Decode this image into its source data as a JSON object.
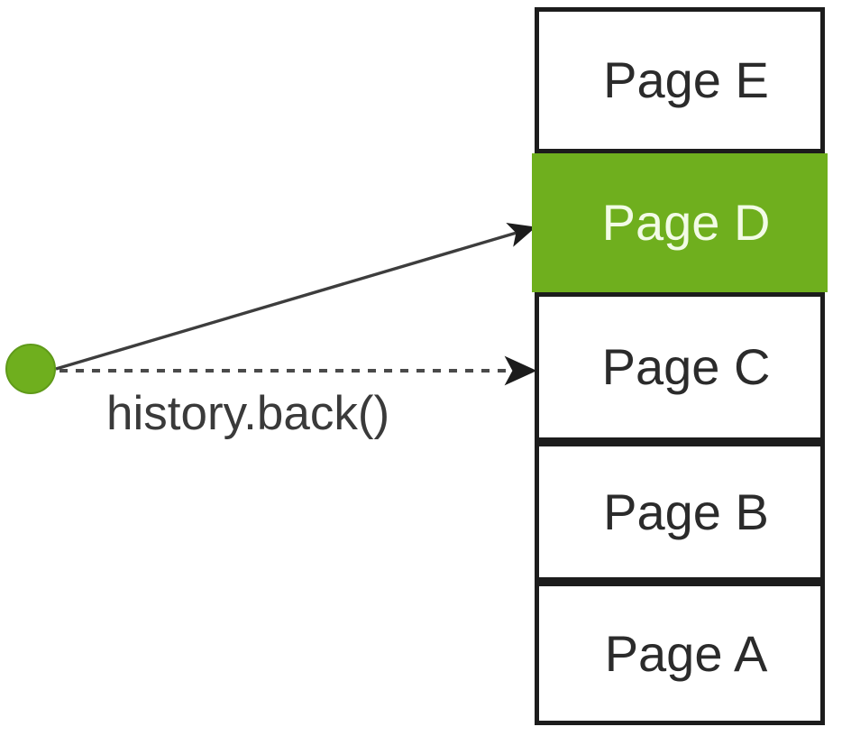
{
  "diagram": {
    "title": "Browser history stack with history.back()",
    "background_color": "#ffffff",
    "accent_color": "#6FAF1E",
    "border_color": "#1c1c1c",
    "text_color": "#2b2b2b",
    "current_text_color": "#f2fbe6"
  },
  "stack": {
    "name": "history-stack",
    "entries": [
      {
        "label": "Page E",
        "current": false
      },
      {
        "label": "Page D",
        "current": true
      },
      {
        "label": "Page C",
        "current": false
      },
      {
        "label": "Page B",
        "current": false
      },
      {
        "label": "Page A",
        "current": false
      }
    ]
  },
  "cursor": {
    "name": "current-position-marker",
    "color": "#6FAF1E"
  },
  "annotations": {
    "back_call_label": "history.back()"
  },
  "arrows": [
    {
      "name": "current-position-arrow",
      "style": "solid",
      "from": "marker",
      "to": "Page D"
    },
    {
      "name": "history-back-arrow",
      "style": "dashed",
      "from": "marker",
      "to": "Page C",
      "label": "history.back()"
    }
  ]
}
